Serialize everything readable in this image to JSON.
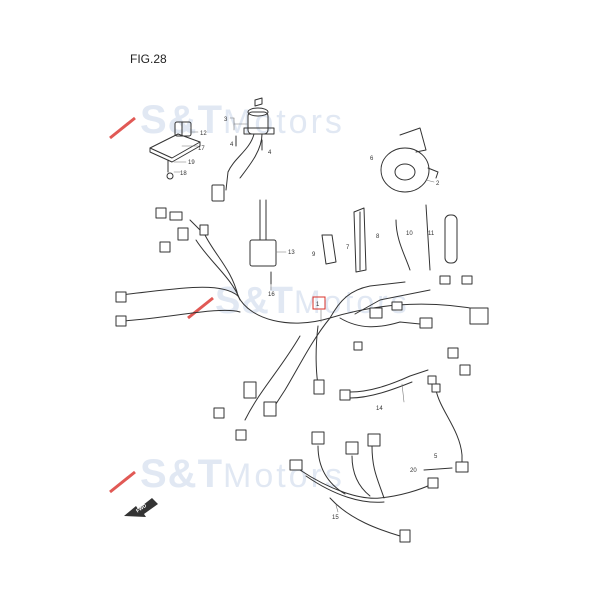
{
  "figure": {
    "title": "FIG.28"
  },
  "watermark": {
    "brand": "S&T",
    "suffix": "Motors",
    "color": "#c9d6ea",
    "accent": "#d9302a"
  },
  "direction_arrow": {
    "text": "FWD"
  },
  "callouts": {
    "c1": "1",
    "c2": "2",
    "c3": "3",
    "c4a": "4",
    "c4b": "4",
    "c5": "5",
    "c6": "6",
    "c7": "7",
    "c8": "8",
    "c9": "9",
    "c10": "10",
    "c11": "11",
    "c12": "12",
    "c13": "13",
    "c14": "14",
    "c15": "15",
    "c16": "16",
    "c17": "17",
    "c18": "18",
    "c19": "19",
    "c20": "20"
  },
  "highlight": {
    "part": "1",
    "color": "#d9302a"
  }
}
